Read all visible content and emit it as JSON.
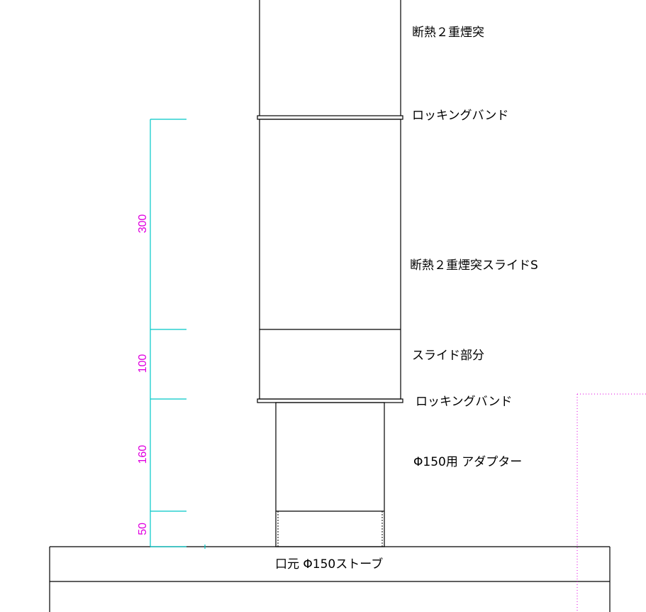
{
  "labels": {
    "chimney": "断熱２重煙突",
    "band_upper": "ロッキングバンド",
    "chimney_slide": "断熱２重煙突スライドS",
    "slide_part": "スライド部分",
    "band_lower": "ロッキングバンド",
    "adapter": "Φ150用 アダプター",
    "stove": "口元 Φ150ストーブ"
  },
  "dimensions": [
    "300",
    "100",
    "160",
    "50"
  ],
  "colors": {
    "dimension_line": "#00c8c8",
    "dimension_text": "#e000e0",
    "outline": "#000000"
  }
}
